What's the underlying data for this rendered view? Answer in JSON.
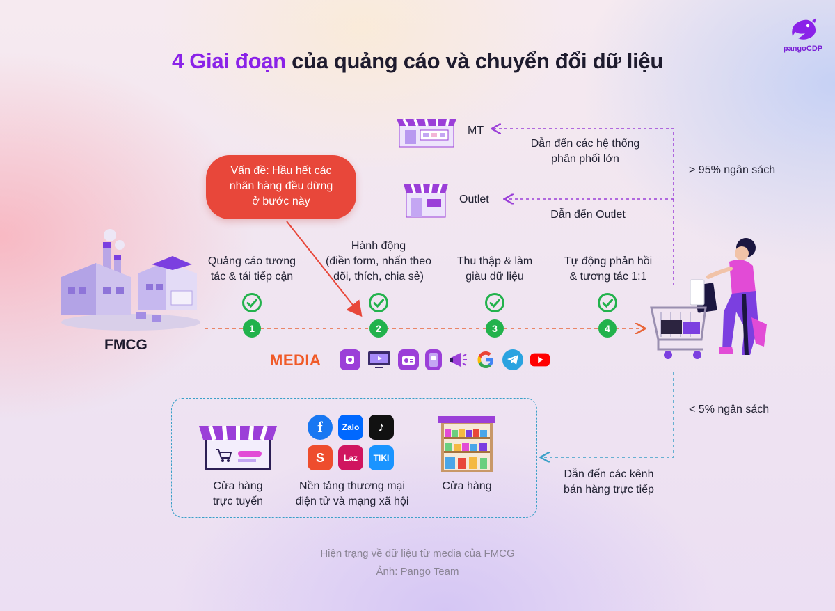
{
  "title": {
    "highlight": "4 Giai đoạn",
    "rest": " của quảng cáo và chuyển đổi dữ liệu"
  },
  "logo": {
    "text": "pangoCDP",
    "icon": "pango-logo-icon"
  },
  "left": {
    "label": "FMCG",
    "icon": "factory-icon"
  },
  "callout": {
    "line1": "Vấn đề: Hầu hết các",
    "line2": "nhãn hàng đều dừng",
    "line3": "ở bước này"
  },
  "stages": [
    {
      "number": "1",
      "line1": "Quảng cáo tương",
      "line2": "tác & tái tiếp cận",
      "line3": ""
    },
    {
      "number": "2",
      "line1": "Hành động",
      "line2": "(điền form, nhấn theo",
      "line3": "dõi, thích, chia sẻ)"
    },
    {
      "number": "3",
      "line1": "Thu thập & làm",
      "line2": "giàu dữ liệu",
      "line3": ""
    },
    {
      "number": "4",
      "line1": "Tự động phản hồi",
      "line2": "& tương tác 1:1",
      "line3": ""
    }
  ],
  "media": {
    "label": "MEDIA",
    "icons": [
      "podcast-icon",
      "tv-icon",
      "radio-icon",
      "sms-icon",
      "megaphone-icon",
      "google-icon",
      "telegram-icon",
      "youtube-icon"
    ]
  },
  "top_branch": {
    "mt": {
      "label": "MT",
      "desc1": "Dẫn đến các hệ thống",
      "desc2": "phân phối lớn"
    },
    "outlet": {
      "label": "Outlet",
      "desc": "Dẫn đến Outlet"
    },
    "budget": "> 95% ngân sách"
  },
  "bottom_branch": {
    "budget": "< 5% ngân sách",
    "desc1": "Dẫn đến các kênh",
    "desc2": "bán hàng trực tiếp",
    "channels": [
      {
        "line1": "Cửa hàng",
        "line2": "trực tuyến"
      },
      {
        "line1": "Nền tảng thương mại",
        "line2": "điện tử và mạng xã hội"
      },
      {
        "line1": "Cửa hàng",
        "line2": ""
      }
    ],
    "apps": [
      {
        "icon": "facebook-icon",
        "text": "f",
        "color": "#1877f2"
      },
      {
        "icon": "zalo-icon",
        "text": "Zalo",
        "color": "#0068ff"
      },
      {
        "icon": "tiktok-icon",
        "text": "♪",
        "color": "#111111"
      },
      {
        "icon": "shopee-icon",
        "text": "S",
        "color": "#ee4d2d"
      },
      {
        "icon": "lazada-icon",
        "text": "Laz",
        "color": "#d0155f"
      },
      {
        "icon": "tiki-icon",
        "text": "TIKI",
        "color": "#1a94ff"
      }
    ]
  },
  "caption": {
    "line1": "Hiện trạng về dữ liệu từ media của FMCG",
    "prefix": "Ảnh",
    "rest": ": Pango Team"
  },
  "colors": {
    "accent": "#8a22e8",
    "step": "#22b24c",
    "arrow": "#e8663a",
    "callout": "#e8473a",
    "branch": "#9b3fd8",
    "bottom": "#3aa0c8"
  }
}
